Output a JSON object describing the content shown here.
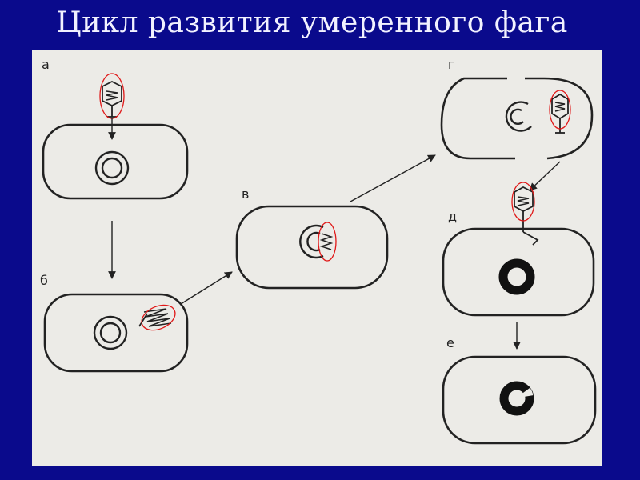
{
  "slide": {
    "title": "Цикл развития умеренного фага",
    "background_color": "#0a0a8c",
    "title_color": "#f2f2ff",
    "highlight_color": "#e01818"
  },
  "panels": {
    "a": "а",
    "b": "б",
    "v": "в",
    "g": "г",
    "d": "д",
    "e": "е"
  }
}
